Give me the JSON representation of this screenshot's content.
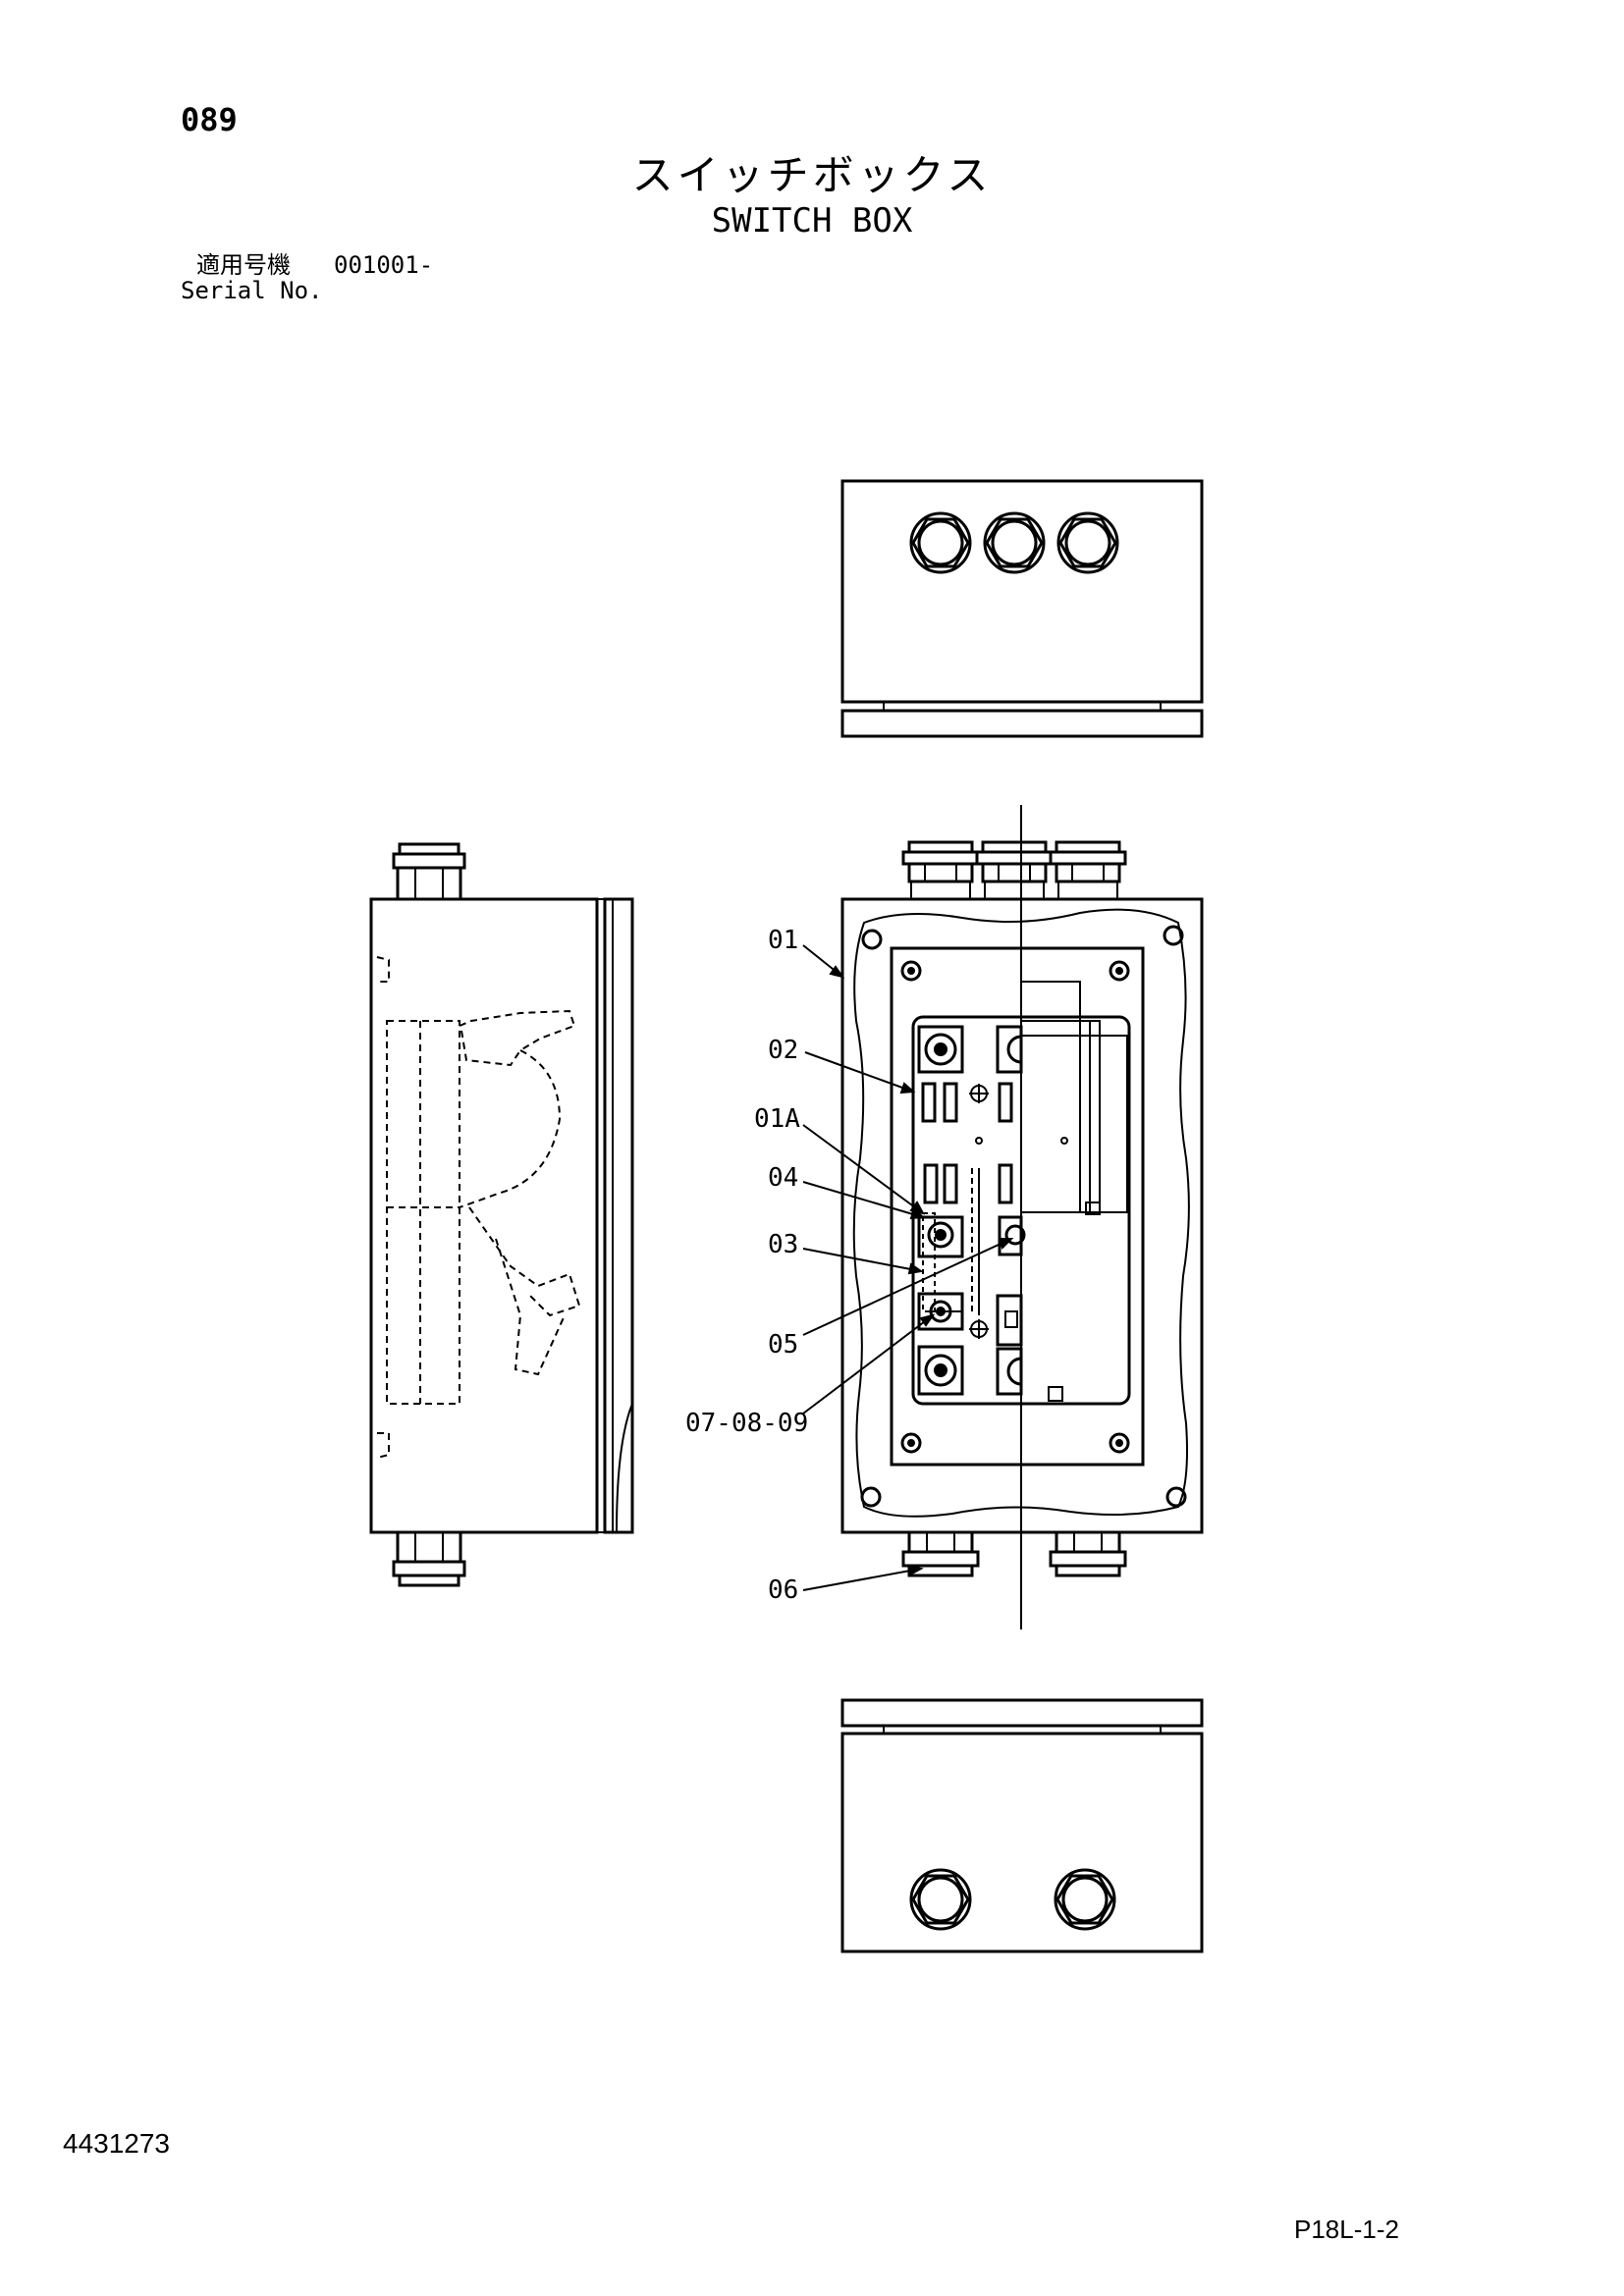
{
  "header": {
    "page_number": "089",
    "title_jp": "スイッチボックス",
    "title_en": "SWITCH BOX",
    "serial_label_jp": "適用号機",
    "serial_value": "001001-",
    "serial_label_en": "Serial No."
  },
  "callouts": [
    {
      "id": "01",
      "label": "01"
    },
    {
      "id": "02",
      "label": "02"
    },
    {
      "id": "01A",
      "label": "01A"
    },
    {
      "id": "04",
      "label": "04"
    },
    {
      "id": "03",
      "label": "03"
    },
    {
      "id": "05",
      "label": "05"
    },
    {
      "id": "07-08-09",
      "label": "07-08-09"
    },
    {
      "id": "06",
      "label": "06"
    }
  ],
  "footer": {
    "document_number": "4431273",
    "page_code": "P18L-1-2"
  }
}
